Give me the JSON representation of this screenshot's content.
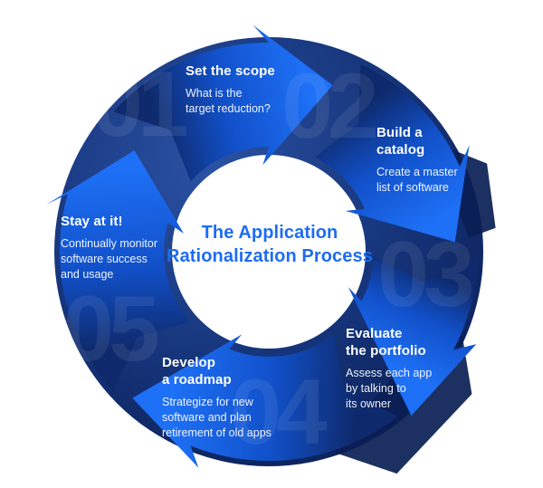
{
  "title": "The Application\nRationalization Process",
  "steps": [
    {
      "number": "01",
      "title": "Set the scope",
      "desc": "What is the\ntarget reduction?"
    },
    {
      "number": "02",
      "title": "Build a\ncatalog",
      "desc": "Create a master\nlist of software"
    },
    {
      "number": "03",
      "title": "Evaluate\nthe portfolio",
      "desc": "Assess each app\nby talking to\nits owner"
    },
    {
      "number": "04",
      "title": "Develop\na roadmap",
      "desc": "Strategize for new\nsoftware and plan\nretirement of old apps"
    },
    {
      "number": "05",
      "title": "Stay at it!",
      "desc": "Continually monitor\nsoftware success\nand usage"
    }
  ],
  "colors": {
    "arrow_tail": "#0e2a6c",
    "arrow_mid": "#1150c9",
    "arrow_head": "#1e70f6",
    "ring_light": "#2b51a3",
    "ring_mid": "#16357b",
    "ring_dark": "#0a1e55",
    "center_title_blue": "#1d6cf2",
    "step_text": "#ffffff",
    "number_overlay": "#ffffff"
  }
}
